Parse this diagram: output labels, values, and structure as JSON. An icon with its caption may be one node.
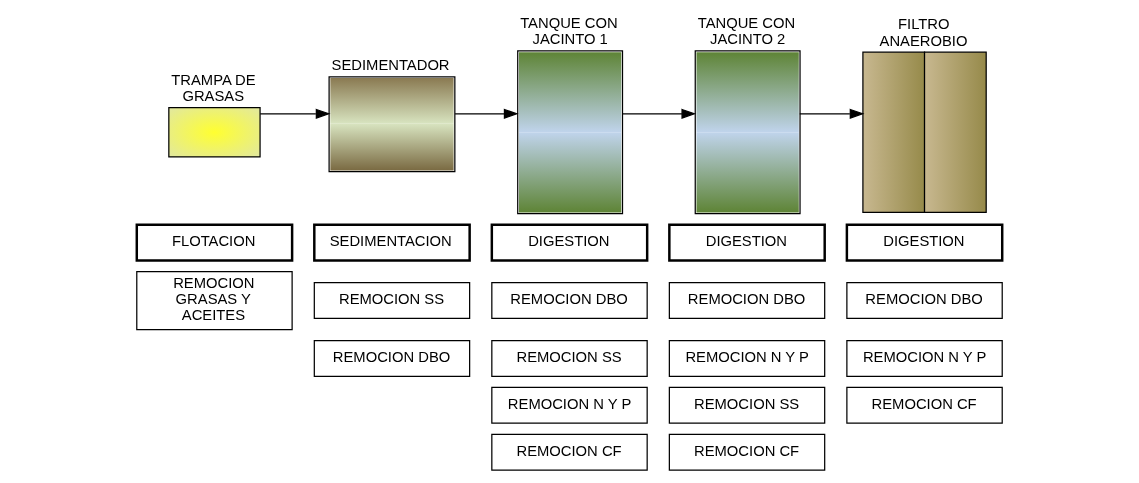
{
  "diagram": {
    "nodes": [
      {
        "text": [
          "TRAMPA DE GRASAS"
        ]
      },
      {
        "text": [
          "SEDIMENTADOR"
        ]
      },
      {
        "text": [
          "TANQUE CON JACINTO 1"
        ]
      },
      {
        "text": [
          "TANQUE CON JACINTO 2"
        ]
      },
      {
        "text": [
          "FILTRO ANAEROBIO"
        ]
      },
      {
        "text": [
          "FLOTACION"
        ]
      },
      {
        "text": [
          "REMOCION GRASAS Y ACEITES"
        ]
      },
      {
        "text": [
          "SEDIMENTACION"
        ]
      },
      {
        "text": [
          "REMOCION SS"
        ]
      },
      {
        "text": [
          "REMOCION DBO"
        ]
      },
      {
        "text": [
          "DIGESTION"
        ]
      },
      {
        "text": [
          "REMOCION DBO"
        ]
      },
      {
        "text": [
          "REMOCION SS"
        ]
      },
      {
        "text": [
          "REMOCION N Y P"
        ]
      },
      {
        "text": [
          "REMOCION CF"
        ]
      },
      {
        "text": [
          "DIGESTION"
        ]
      },
      {
        "text": [
          "REMOCION DBO"
        ]
      },
      {
        "text": [
          "REMOCION N Y P"
        ]
      },
      {
        "text": [
          "REMOCION SS"
        ]
      },
      {
        "text": [
          "REMOCION CF"
        ]
      },
      {
        "text": [
          "DIGESTION"
        ]
      },
      {
        "text": [
          "REMOCION DBO"
        ]
      },
      {
        "text": [
          "REMOCION N Y P"
        ]
      },
      {
        "text": [
          "REMOCION CF"
        ]
      }
    ],
    "edges": [
      {
        "from": 0,
        "to": 1,
        "arrow": "to"
      },
      {
        "from": 1,
        "to": 2,
        "arrow": "to"
      },
      {
        "from": 2,
        "to": 3,
        "arrow": "to"
      },
      {
        "from": 3,
        "to": 4,
        "arrow": "to"
      }
    ]
  }
}
